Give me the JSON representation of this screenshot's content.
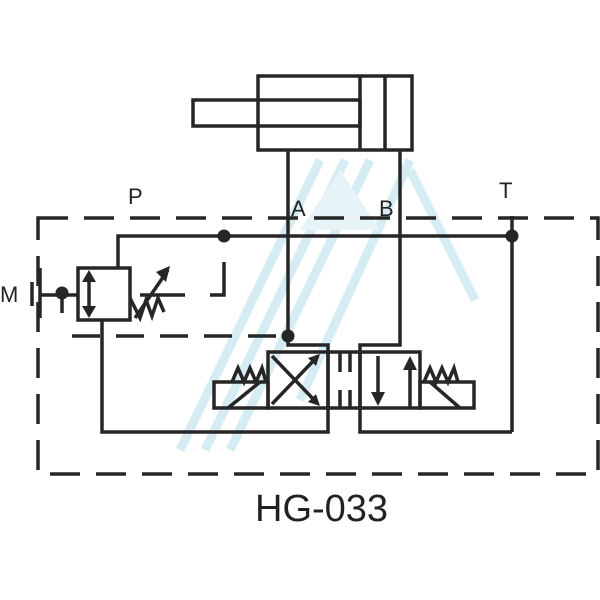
{
  "labels": {
    "p": "P",
    "a": "A",
    "b": "B",
    "t": "T",
    "m": "M"
  },
  "title": "HG-033",
  "colors": {
    "line": "#262626",
    "watermark": "#cfe8f0"
  }
}
